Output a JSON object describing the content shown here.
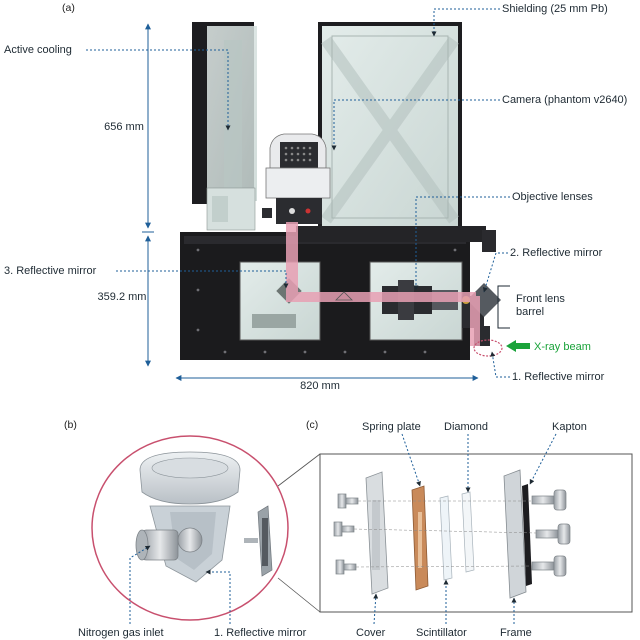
{
  "panels": {
    "a": "(a)",
    "b": "(b)",
    "c": "(c)"
  },
  "labels_a": {
    "shielding": "Shielding (25 mm Pb)",
    "active_cooling": "Active cooling",
    "camera": "Camera (phantom v2640)",
    "objective_lenses": "Objective lenses",
    "reflective_mirror_2": "2. Reflective mirror",
    "reflective_mirror_3": "3. Reflective mirror",
    "front_lens_line1": "Front lens",
    "front_lens_line2": "barrel",
    "xray_beam": "X-ray beam",
    "reflective_mirror_1": "1. Reflective mirror"
  },
  "dimensions": {
    "upper_height": "656 mm",
    "lower_height": "359.2 mm",
    "width": "820 mm"
  },
  "labels_b": {
    "nitrogen_inlet": "Nitrogen gas inlet",
    "reflective_mirror_1": "1. Reflective mirror"
  },
  "labels_c": {
    "spring_plate": "Spring plate",
    "diamond": "Diamond",
    "kapton": "Kapton",
    "cover": "Cover",
    "scintillator": "Scintillator",
    "frame": "Frame"
  },
  "colors": {
    "accent_blue": "#1f5f99",
    "xray_green": "#1aa33a",
    "beam_pink": "#e8a0b4",
    "zoom_circle": "#c8506e",
    "frame_dark": "#1b1b1d"
  }
}
